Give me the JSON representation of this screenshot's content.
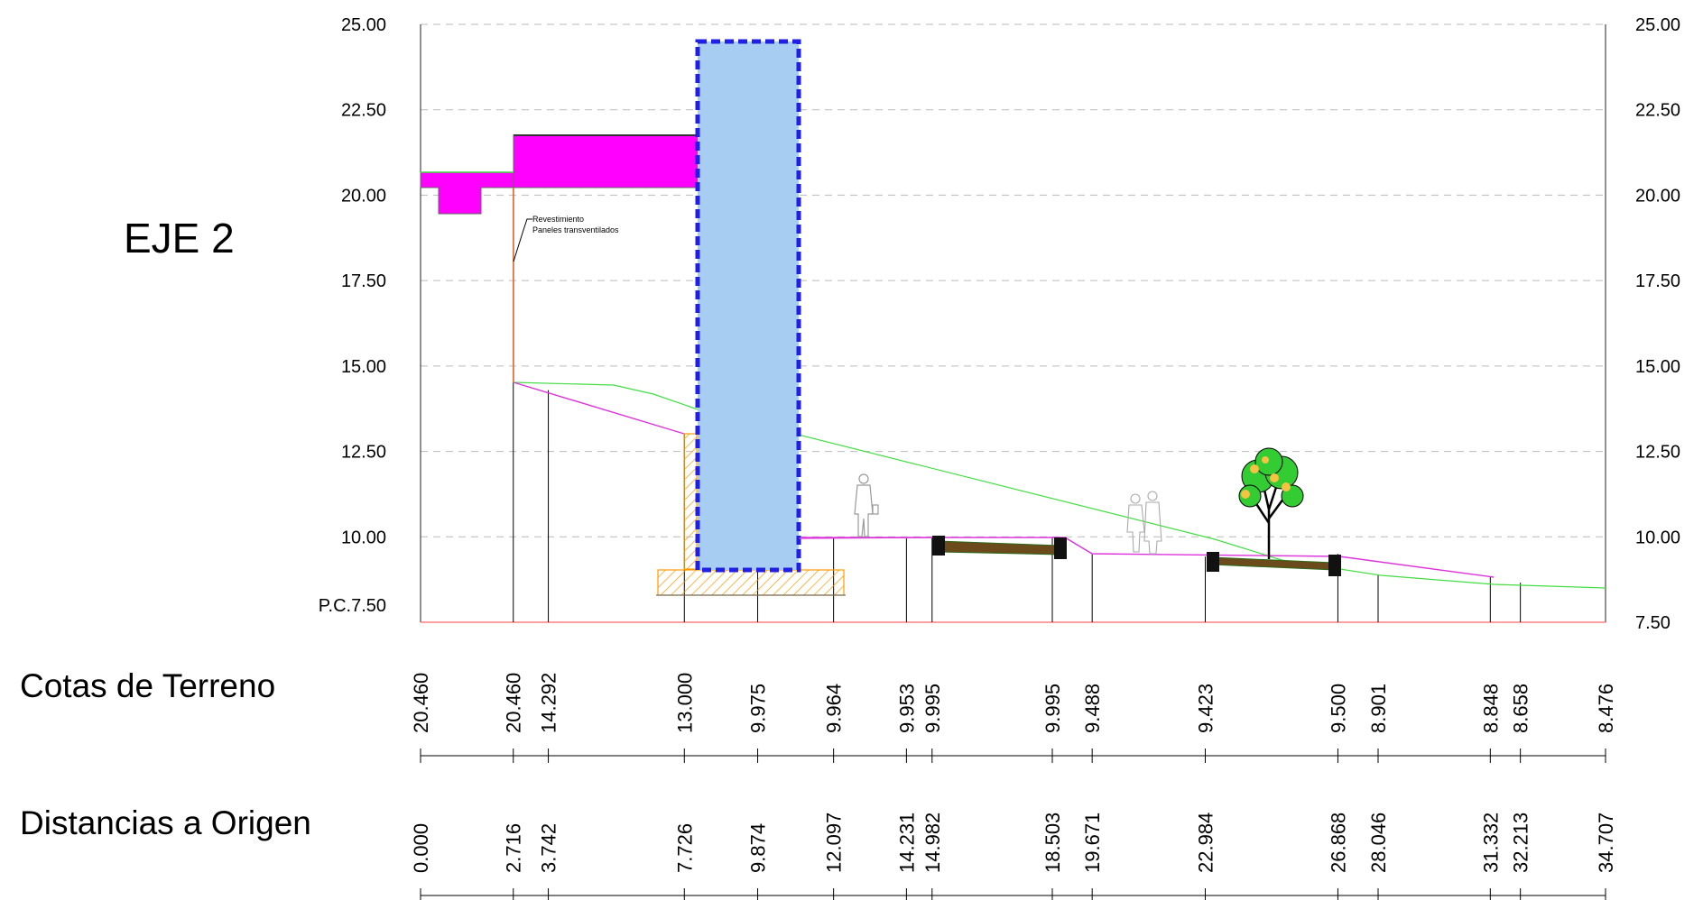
{
  "section_title": "EJE 2",
  "row_labels": {
    "terrain": "Cotas de Terreno",
    "distances": "Distancias a Origen"
  },
  "annotation": {
    "line1": "Revestimiento",
    "line2": "Paneles transventilados"
  },
  "y_axis": {
    "min": 7.5,
    "max": 25.0,
    "ticks": [
      "25.00",
      "22.50",
      "20.00",
      "17.50",
      "15.00",
      "12.50",
      "10.00"
    ],
    "left_bottom_label": "P.C.7.50",
    "right_bottom_label": "7.50"
  },
  "stations": [
    {
      "cota": "20.460",
      "dist": "0.000"
    },
    {
      "cota": "20.460",
      "dist": "2.716"
    },
    {
      "cota": "14.292",
      "dist": "3.742"
    },
    {
      "cota": "13.000",
      "dist": "7.726"
    },
    {
      "cota": "9.975",
      "dist": "9.874"
    },
    {
      "cota": "9.964",
      "dist": "12.097"
    },
    {
      "cota": "9.953",
      "dist": "14.231"
    },
    {
      "cota": "9.995",
      "dist": "14.982"
    },
    {
      "cota": "9.995",
      "dist": "18.503"
    },
    {
      "cota": "9.488",
      "dist": "19.671"
    },
    {
      "cota": "9.423",
      "dist": "22.984"
    },
    {
      "cota": "9.500",
      "dist": "26.868"
    },
    {
      "cota": "8.901",
      "dist": "28.046"
    },
    {
      "cota": "8.848",
      "dist": "31.332"
    },
    {
      "cota": "8.658",
      "dist": "32.213"
    },
    {
      "cota": "8.476",
      "dist": "34.707"
    }
  ],
  "colors": {
    "grid": "#bbbbbb",
    "terrain_line": "#dd33dd",
    "green_line": "#44dd44",
    "building_fill": "#a8cdf2",
    "building_border": "#1f1fe6",
    "magenta_fill": "#ff00ff",
    "hatch": "#ff9900",
    "base_line": "#ff3333"
  }
}
